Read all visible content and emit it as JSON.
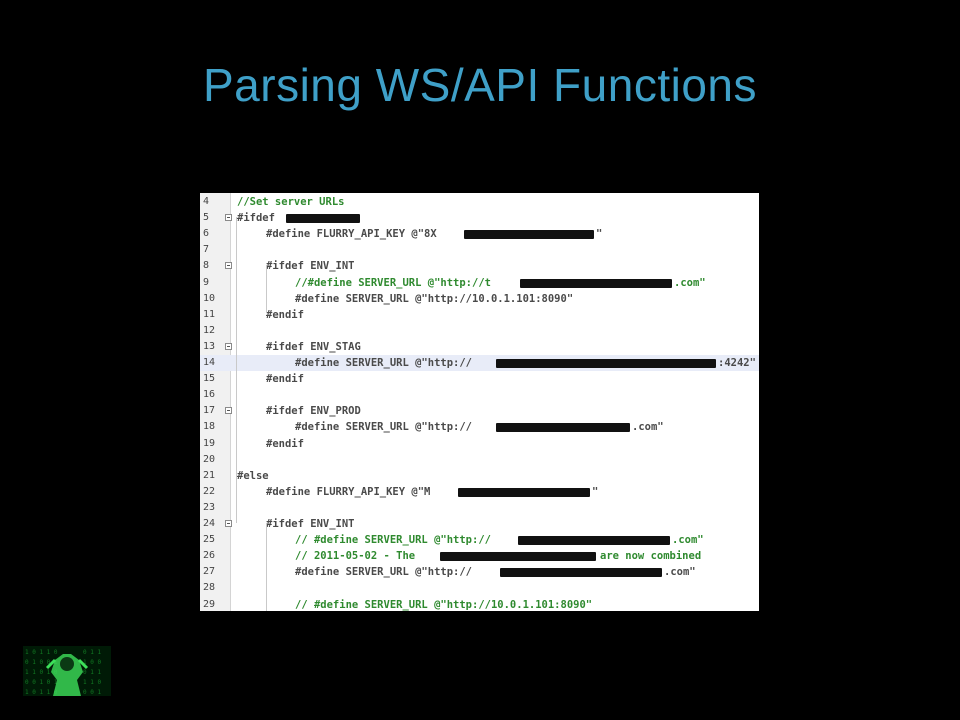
{
  "slide": {
    "title": "Parsing WS/API Functions"
  },
  "code": {
    "lines": [
      {
        "n": "4",
        "text": "//Set server URLs",
        "color": "green"
      },
      {
        "n": "5",
        "text": "#ifdef",
        "color": "dark"
      },
      {
        "n": "6",
        "text": "#define FLURRY_API_KEY @\"8X",
        "tail": "\"",
        "color": "dark"
      },
      {
        "n": "7",
        "text": "",
        "color": "dark"
      },
      {
        "n": "8",
        "text": "#ifdef ENV_INT",
        "color": "dark"
      },
      {
        "n": "9",
        "text": "//#define SERVER_URL @\"http://t",
        "tail": ".com\"",
        "color": "green"
      },
      {
        "n": "10",
        "text": "#define SERVER_URL @\"http://10.0.1.101:8090\"",
        "color": "dark"
      },
      {
        "n": "11",
        "text": "#endif",
        "color": "dark"
      },
      {
        "n": "12",
        "text": "",
        "color": "dark"
      },
      {
        "n": "13",
        "text": "#ifdef ENV_STAG",
        "color": "dark"
      },
      {
        "n": "14",
        "text": "#define SERVER_URL @\"http://",
        "tail": ":4242\"",
        "color": "dark"
      },
      {
        "n": "15",
        "text": "#endif",
        "color": "dark"
      },
      {
        "n": "16",
        "text": "",
        "color": "dark"
      },
      {
        "n": "17",
        "text": "#ifdef ENV_PROD",
        "color": "dark"
      },
      {
        "n": "18",
        "text": "#define SERVER_URL @\"http://",
        "tail": ".com\"",
        "color": "dark"
      },
      {
        "n": "19",
        "text": "#endif",
        "color": "dark"
      },
      {
        "n": "20",
        "text": "",
        "color": "dark"
      },
      {
        "n": "21",
        "text": "#else",
        "color": "dark"
      },
      {
        "n": "22",
        "text": "#define FLURRY_API_KEY @\"M",
        "tail": "\"",
        "color": "dark"
      },
      {
        "n": "23",
        "text": "",
        "color": "dark"
      },
      {
        "n": "24",
        "text": "#ifdef ENV_INT",
        "color": "dark"
      },
      {
        "n": "25",
        "text": "// #define SERVER_URL @\"http://",
        "tail": ".com\"",
        "color": "green"
      },
      {
        "n": "26",
        "text": "// 2011-05-02 - The",
        "tail": "are now combined",
        "color": "green"
      },
      {
        "n": "27",
        "text": "#define SERVER_URL @\"http://",
        "tail": ".com\"",
        "color": "dark"
      },
      {
        "n": "28",
        "text": "",
        "color": "dark"
      },
      {
        "n": "29",
        "text": "// #define SERVER_URL @\"http://10.0.1.101:8090\"",
        "color": "green"
      }
    ]
  },
  "colors": {
    "title": "#3fa0c8",
    "comment": "#2f8a2f",
    "code": "#4a4a4a",
    "highlight": "#e8ecf8"
  }
}
